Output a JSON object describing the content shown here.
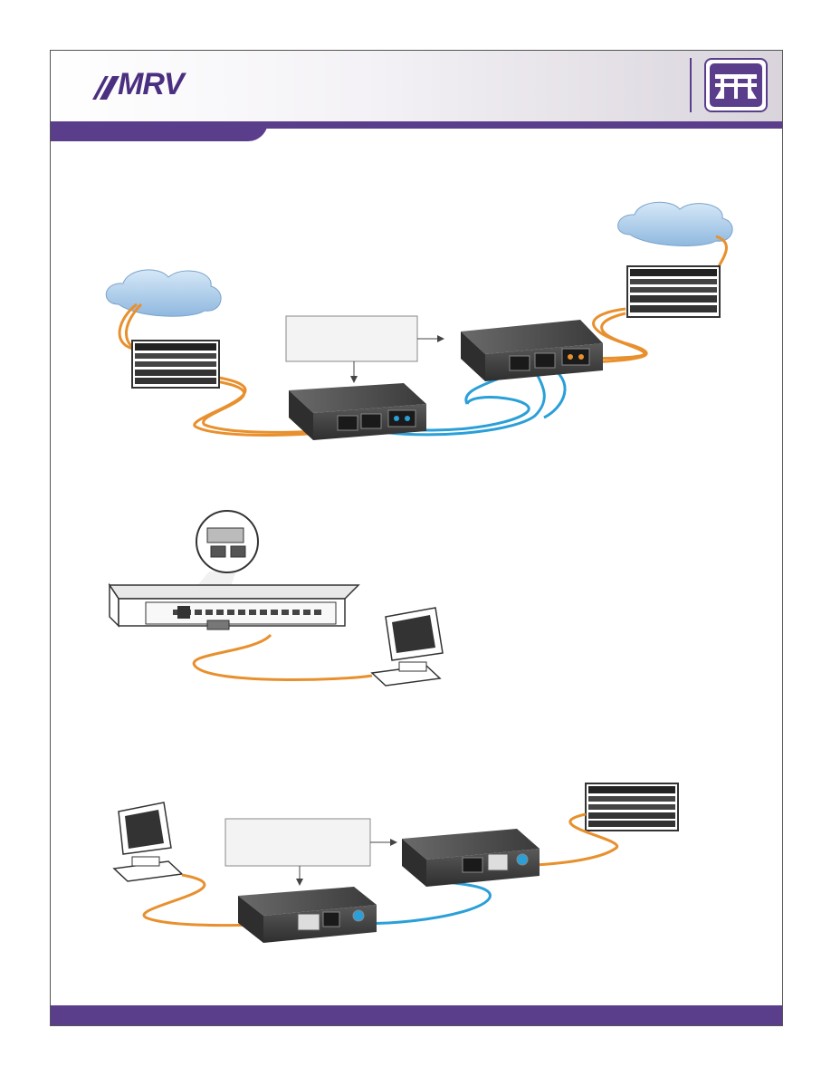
{
  "header": {
    "brand": "MRV",
    "logo_icon": "mrv-logo-icon",
    "emblem_icon": "bridge-emblem-icon"
  },
  "colors": {
    "brand_purple": "#5a3e8c",
    "copper_cable": "#e8902e",
    "fiber_cable": "#2a9fd8",
    "cloud": "#9fc3e6"
  },
  "diagrams": [
    {
      "name": "fiber-link-between-networks",
      "callout_text": ""
    },
    {
      "name": "switch-module-to-workstation"
    },
    {
      "name": "workstation-fiber-extension",
      "callout_text": ""
    }
  ]
}
